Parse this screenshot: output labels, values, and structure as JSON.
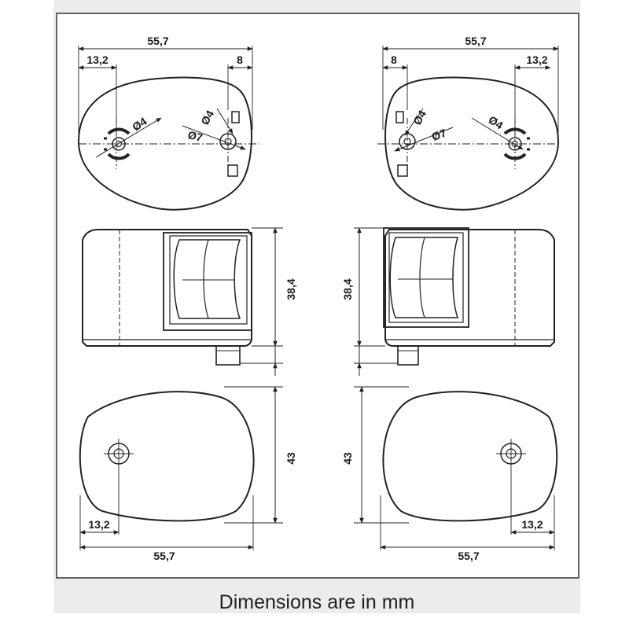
{
  "caption": "Dimensions are in mm",
  "dimensions": {
    "overall_width": "55,7",
    "hole_offset": "13,2",
    "flange": "8",
    "small_hole_dia": "Ø4",
    "large_hole_dia": "Ø7",
    "height": "38,4",
    "depth": "43"
  }
}
